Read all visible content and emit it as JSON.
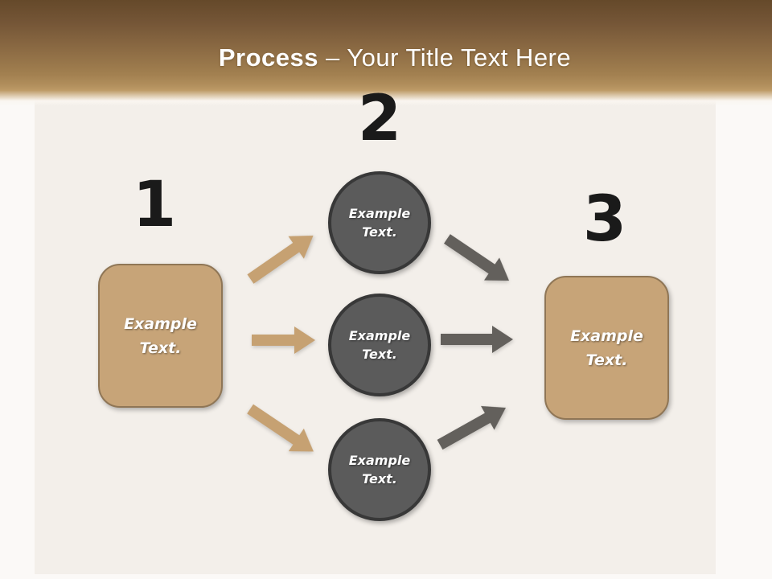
{
  "header": {
    "title_bold": "Process",
    "title_rest": "– Your Title Text Here"
  },
  "diagram": {
    "steps": [
      {
        "number": "1"
      },
      {
        "number": "2"
      },
      {
        "number": "3"
      }
    ],
    "left_box": {
      "label": "Example Text."
    },
    "circles": [
      {
        "label": "Example Text."
      },
      {
        "label": "Example Text."
      },
      {
        "label": "Example Text."
      }
    ],
    "right_box": {
      "label": "Example Text."
    }
  },
  "colors": {
    "header_gradient_top": "#65492a",
    "header_gradient_bottom": "#bd9a66",
    "page_background": "#fbf9f7",
    "panel_background": "#f3efea",
    "tan_shape_fill": "#c7a478",
    "tan_shape_border": "#8f7656",
    "circle_fill": "#5b5b5b",
    "circle_border": "#383838",
    "tan_arrow": "#c6a172",
    "gray_arrow": "#63605c",
    "number_text": "#1a1a1a",
    "shape_text": "#ffffff",
    "title_text": "#ffffff"
  }
}
